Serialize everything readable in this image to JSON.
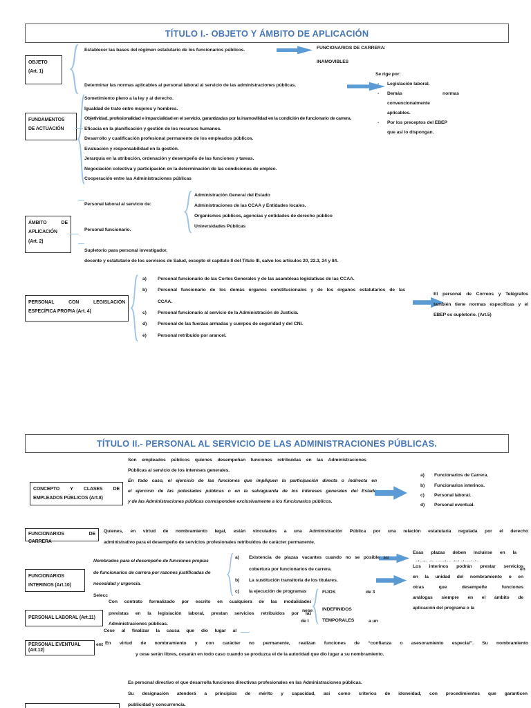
{
  "page": {
    "accent": "#4576b5",
    "arrow_color": "#5b9bd5",
    "brace_color": "#9dc3e6"
  },
  "t1": {
    "title": "TÍTULO I.- OBJETO Y ÁMBITO DE APLICACIÓN",
    "objeto": {
      "box": [
        "OBJETO",
        "(Art. 1)"
      ],
      "establecer": "Establecer las bases del régimen estatutario de los funcionarios públicos.",
      "carrera_result_1": "FUNCIONARIOS DE CARRERA:",
      "carrera_result_2": "INAMOVIBLES",
      "determinar": "Determinar las normas aplicables al personal laboral al servicio de las administraciones públicas.",
      "se_rige": {
        "title": "Se rige por:",
        "dash": "-",
        "lines": [
          "Legislación laboral.",
          "Demás normas",
          "convencionalmente",
          "aplicables.",
          "Por los preceptos del EBEP",
          "que así lo dispongan."
        ]
      }
    },
    "fundamentos": {
      "box": [
        "FUNDAMENTOS",
        "DE ACTUACIÓN"
      ],
      "items": [
        "Sometimiento pleno a la ley y al derecho.",
        "Igualdad de trato entre mujeres y hombres.",
        "Objetividad, profesionalidad e imparcialidad en el servicio, garantizadas por la inamovilidad en la condición de funcionario de carrera.",
        "Eficacia en la planificación y gestión de los recursos humanos.",
        "Desarrollo y cualificación profesional permanente de los empleados públicos.",
        "Evaluación y responsabilidad en la gestión.",
        "Jerarquía en la atribución, ordenación y desempeño de las funciones y tareas.",
        "Negociación colectiva y participación en la determinación de las condiciones de empleo.",
        "Cooperación entre las Administraciones públicas"
      ]
    },
    "ambito": {
      "box": [
        "ÁMBITO DE",
        "APLICACIÓN",
        "(Art. 2)"
      ],
      "laboral": "Personal laboral al servicio de:",
      "funcionario": "Personal funcionario.",
      "entidades": [
        "Administración General del Estado",
        "Administraciones de las CCAA y Entidades locales.",
        "Organismos públicos, agencias y entidades de derecho público",
        "Universidades Públicas"
      ],
      "supletorio": [
        "Supletorio para personal investigador,",
        "docente y estatutario de los servicios de Salud, excepto el capítulo II del Título III, salvo los artículos 20, 22.3, 24 y 84."
      ]
    },
    "legislacion": {
      "box": [
        "PERSONAL CON LEGISLACIÓN",
        "ESPECÍFICA PROPIA (Art. 4)"
      ],
      "items": [
        {
          "letter": "a)",
          "text": "Personal funcionario de las Cortes Generales y de las asambleas legislativas de las CCAA."
        },
        {
          "letter": "b)",
          "text": "Personal funcionario de los demás órganos constitucionales y de los órganos estatutarios de las"
        },
        {
          "letter": "c)",
          "text": "Personal funcionario al servicio de la Administración de Justicia."
        },
        {
          "letter": "d)",
          "text": "Personal de las fuerzas armadas y cuerpos de seguridad y del CNI."
        },
        {
          "letter": "e)",
          "text": "Personal retribuido por arancel."
        }
      ],
      "item_b_wrap": "CCAA.",
      "correos": "El personal de Correos y Telégrafos también tiene normas específicas y el EBEP es supletorio. (Art.5)"
    }
  },
  "t2": {
    "title": "TÍTULO II.- PERSONAL AL SERVICIO DE LAS ADMINISTRACIONES PÚBLICAS.",
    "concepto": {
      "box": [
        "CONCEPTO Y CLASES DE",
        "EMPLEADOS PÚBLICOS (Art.8)"
      ],
      "p1": [
        "Son empleados públicos quienes desempeñan funciones retribuidas en las Administraciones",
        "Públicas al servicio de los intereses generales."
      ],
      "p2": [
        "En todo caso, el ejercicio de las funciones que impliquen la participación directa o indirecta en",
        "el ejercicio de las potestades públicas o en la salvaguarda de los intereses generales del Estado",
        "y de las Administraciones públicas corresponden exclusivamente a los funcionarios públicos."
      ],
      "clases": [
        {
          "letter": "a)",
          "text": "Funcionarios de Carrera."
        },
        {
          "letter": "b)",
          "text": "Funcionarios interinos."
        },
        {
          "letter": "c)",
          "text": "Personal laboral."
        },
        {
          "letter": "d)",
          "text": "Personal eventual."
        }
      ]
    },
    "carrera": {
      "box": "FUNCIONARIOS DE CARRERA",
      "def": [
        "Quienes, en virtud de nombramiento legal, están vinculados a una Administración Pública por una relación estatutaria regulada por el derecho",
        "administrativo para el desempeño de servicios profesionales retribuidos de carácter permanente."
      ]
    },
    "interinos": {
      "box": [
        "FUNCIONARIOS",
        "INTERINOS (Art.10)"
      ],
      "def": [
        "Nombrados para el desempeño de funciones propias",
        "de funcionarios de carrera por razones justificadas de",
        "necesidad y urgencia."
      ],
      "frag_selec": "Selecc",
      "casos": [
        {
          "letter": "a)",
          "l1": "Existencia de plazas vacantes cuando no se posible su",
          "l2": "cobertura por funcionarios de carrera."
        },
        {
          "letter": "b)",
          "l1": "La sustitución transitoria de los titulares."
        },
        {
          "letter": "c)",
          "l1": "la ejecución de programas"
        }
      ],
      "nota_plazas": [
        "Esas plazas deben incluirse en la",
        "oferta de empleo del ejercicio"
      ],
      "nota_unidad": [
        "Los interinos podrán prestar servicios",
        "en la unidad del nombramiento o en",
        "otras que desempeñe funciones",
        "análogas siempre en el ámbito de",
        "aplicación del programa o la"
      ],
      "frag_en": "en"
    },
    "laboral": {
      "box": "PERSONAL LABORAL (Art.11)",
      "def": [
        "Con contrato formalizado por escrito en cualquiera de las modalidades",
        "previstas en la legislación laboral, prestan servicios retribuidos por las",
        "Administraciones públicas."
      ],
      "cese": "Cese al finalizar la causa que dio lugar al",
      "tipos": [
        "FIJOS",
        "INDEFINIDOS",
        "TEMPORALES"
      ],
      "frags": {
        "de3": "de 3",
        "nese": "nese",
        "det": "de t",
        "aun": "a un"
      }
    },
    "eventual": {
      "box": "PERSONAL EVENTUAL (Art.12)",
      "frag": "ent",
      "def": [
        "En virtud de nombramiento y con carácter no permanente, realizan funciones de “confianza o asesoramiento especial”. Su nombramiento",
        "y cese serán libres, cesarán en todo caso cuando se produzca el de la autoridad que dio lugar a su nombramiento."
      ]
    },
    "directivo": [
      "Es personal directivo el que desarrolla funciones directivas profesionales en las Administraciones públicas.",
      "Su designación atenderá a principios de mérito y capacidad, así como criterios de idoneidad, con procedimientos que garanticen",
      "publicidad y concurrencia."
    ]
  }
}
